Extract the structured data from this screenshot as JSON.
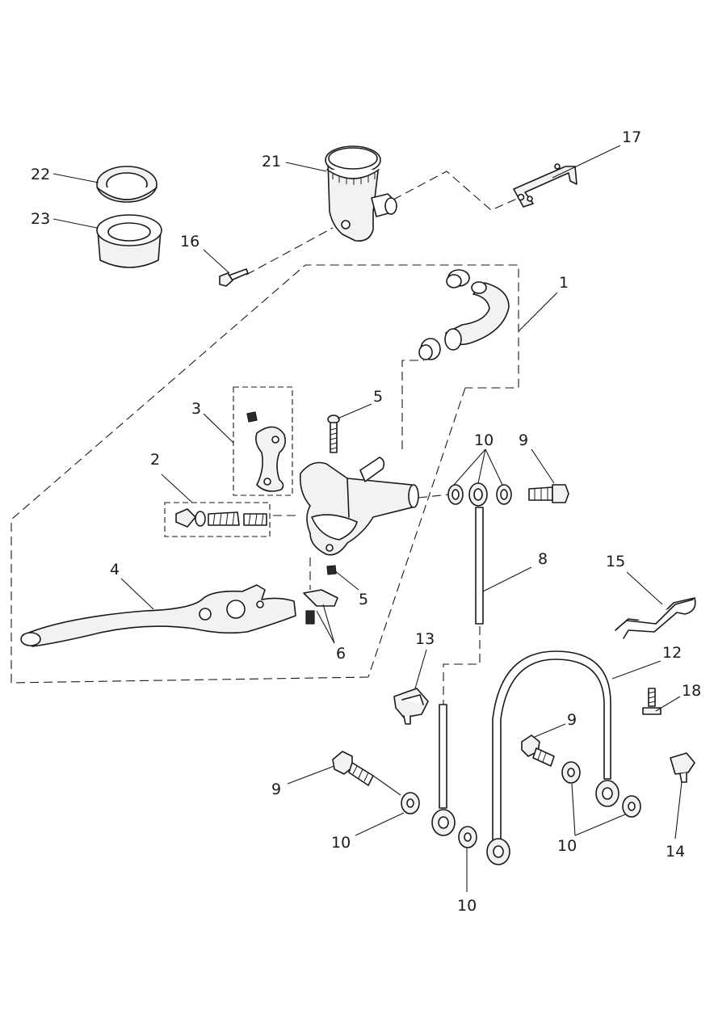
{
  "callouts": {
    "c1": "1",
    "c2": "2",
    "c3": "3",
    "c4": "4",
    "c5a": "5",
    "c5b": "5",
    "c6": "6",
    "c8": "8",
    "c9a": "9",
    "c9b": "9",
    "c9c": "9",
    "c10a": "10",
    "c10b": "10",
    "c10c": "10",
    "c10d": "10",
    "c12": "12",
    "c13": "13",
    "c14": "14",
    "c15": "15",
    "c16": "16",
    "c17": "17",
    "c18": "18",
    "c21": "21",
    "c22": "22",
    "c23": "23"
  },
  "colors": {
    "line": "#1a1a1a",
    "background": "#ffffff",
    "shade": "#f2f2f2"
  }
}
